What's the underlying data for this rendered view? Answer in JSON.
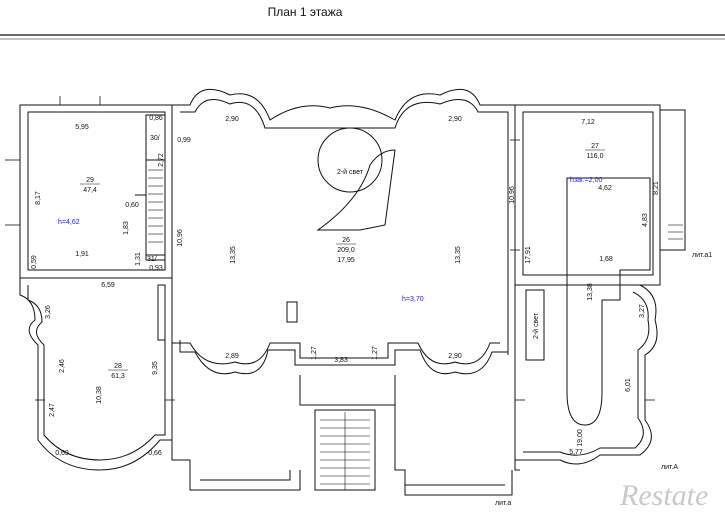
{
  "title": "План 1 этажа",
  "rooms": {
    "r29": {
      "num": "29",
      "area": "47,4",
      "height": "h=4,62"
    },
    "r26": {
      "num": "26",
      "area": "209,0",
      "height": "h=3,70",
      "second_light": "2-й свет"
    },
    "r27": {
      "num": "27",
      "area": "116,0",
      "height": "hзаг.=2,00",
      "second_light": "2-й свет"
    },
    "r28": {
      "num": "28",
      "area": "61,3"
    },
    "r30": {
      "num": "30/"
    },
    "r31": {
      "num": "31/"
    }
  },
  "dimensions": {
    "d_595": "5,95",
    "d_817": "8,17",
    "d_060": "0,60",
    "d_183": "1,83",
    "d_272": "2,72",
    "d_086": "0,86",
    "d_099": "0,99",
    "d_191": "1,91",
    "d_059": "0,59",
    "d_131": "1,31",
    "d_093": "0,93",
    "d_1096a": "10,96",
    "d_290a": "2,90",
    "d_290b": "2,90",
    "d_1335a": "13,35",
    "d_1795": "17,95",
    "d_1335b": "13,35",
    "d_1096b": "10,96",
    "d_712": "7,12",
    "d_821": "8,21",
    "d_462": "4,62",
    "d_483": "4,83",
    "d_1791": "17,91",
    "d_168": "1,68",
    "d_1338": "13,38",
    "d_327a": "3,27",
    "d_601": "6,01",
    "d_1900": "19,00",
    "d_577": "5,77",
    "d_659": "6,59",
    "d_326": "3,26",
    "d_246": "2,46",
    "d_935": "9,35",
    "d_1038": "10,38",
    "d_247": "2,47",
    "d_069": "0,69",
    "d_066": "0,66",
    "d_289": "2,89",
    "d_127a": "1,27",
    "d_383": "3,83",
    "d_127b": "1,27",
    "d_290c": "2,90"
  },
  "labels": {
    "lit_a1": "лит.а1",
    "lit_A": "лит.А",
    "lit_a": "лит.а"
  },
  "watermark": "Restate"
}
